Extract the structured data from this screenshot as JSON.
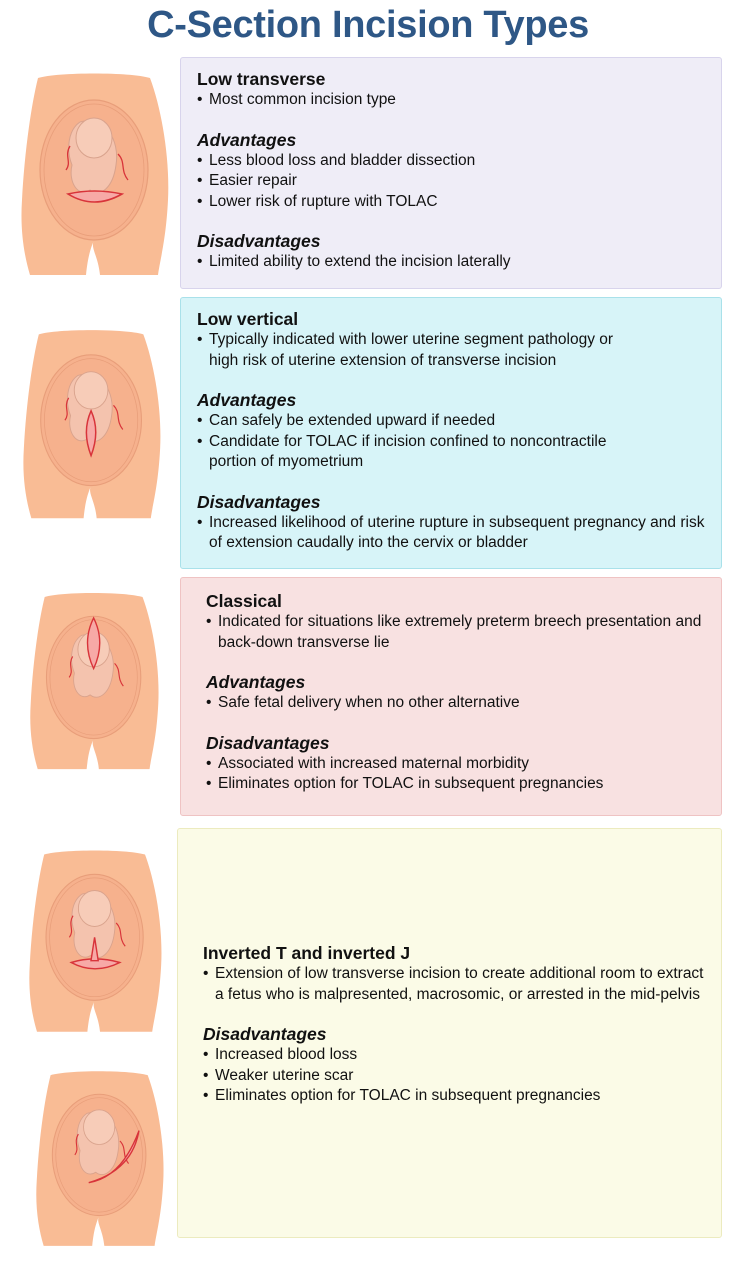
{
  "title": "C-Section Incision Types",
  "colors": {
    "title": "#2e5786",
    "skin": "#f9bc95",
    "incision": "#d8343a",
    "panel_low_transverse": "#efedf7",
    "panel_low_vertical": "#d7f4f8",
    "panel_classical": "#f8e1e1",
    "panel_inverted": "#fbfbe7"
  },
  "illustration_icons": [
    "low-transverse-incision-illustration",
    "low-vertical-incision-illustration",
    "classical-incision-illustration",
    "inverted-t-incision-illustration",
    "j-incision-illustration"
  ],
  "panels": {
    "low_transverse": {
      "title": "Low transverse",
      "intro": [
        "Most common incision type"
      ],
      "advantages_heading": "Advantages",
      "advantages": [
        "Less blood loss and bladder dissection",
        "Easier repair",
        "Lower risk of rupture with TOLAC"
      ],
      "disadvantages_heading": "Disadvantages",
      "disadvantages": [
        "Limited ability to extend the incision laterally"
      ]
    },
    "low_vertical": {
      "title": "Low vertical",
      "intro": [
        "Typically indicated with lower uterine segment pathology or high risk of uterine extension of transverse incision"
      ],
      "advantages_heading": "Advantages",
      "advantages": [
        "Can safely be extended upward if needed",
        "Candidate for TOLAC if incision confined to noncontractile portion of myometrium"
      ],
      "disadvantages_heading": "Disadvantages",
      "disadvantages": [
        "Increased likelihood of uterine rupture in subsequent pregnancy and risk of extension caudally into the cervix or bladder"
      ]
    },
    "classical": {
      "title": "Classical",
      "intro": [
        "Indicated for situations like extremely preterm breech presentation and back-down transverse lie"
      ],
      "advantages_heading": "Advantages",
      "advantages": [
        "Safe fetal delivery when no other alternative"
      ],
      "disadvantages_heading": "Disadvantages",
      "disadvantages": [
        "Associated with increased maternal morbidity",
        "Eliminates option for TOLAC in subsequent pregnancies"
      ]
    },
    "inverted": {
      "title": "Inverted T and inverted J",
      "intro": [
        "Extension of low transverse incision to create additional room to extract a fetus who is malpresented, macrosomic, or arrested in the mid-pelvis"
      ],
      "disadvantages_heading": "Disadvantages",
      "disadvantages": [
        "Increased blood loss",
        "Weaker uterine scar",
        "Eliminates option for TOLAC in subsequent pregnancies"
      ]
    }
  }
}
